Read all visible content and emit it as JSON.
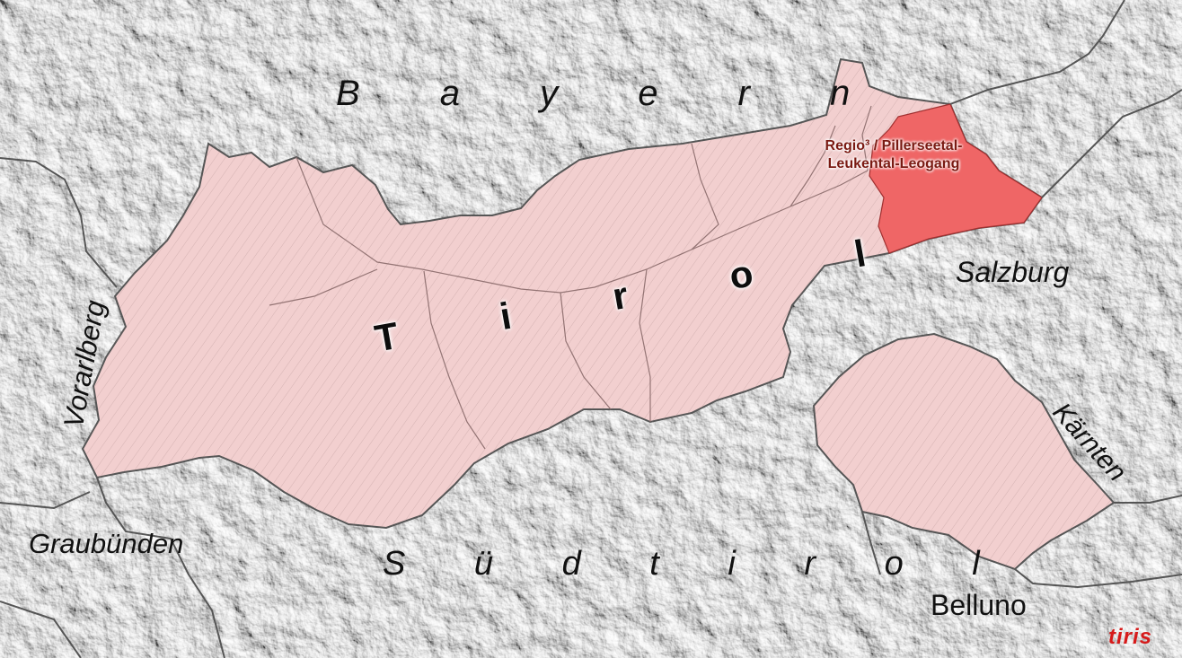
{
  "map": {
    "labels": {
      "bayern": "B a y e r n",
      "salzburg": "Salzburg",
      "vorarlberg": "Vorarlberg",
      "graubuenden": "Graubünden",
      "suedtirol": "S ü d t i r o l",
      "belluno": "Belluno",
      "kaernten": "Kärnten",
      "tirol": "T i r o l",
      "highlighted_region": "Regio³ / Pillerseetal-Leukental-Leogang",
      "logo": "tiris"
    },
    "colors": {
      "background": "#ffffff",
      "relief": "#d9d9d9",
      "tirol_fill": "#f2cfcf",
      "highlight_fill": "#ef6666",
      "border": "#555555",
      "district_line": "#8a6b6b",
      "region_label": "#7a1a12",
      "logo": "#d61a1a"
    }
  }
}
